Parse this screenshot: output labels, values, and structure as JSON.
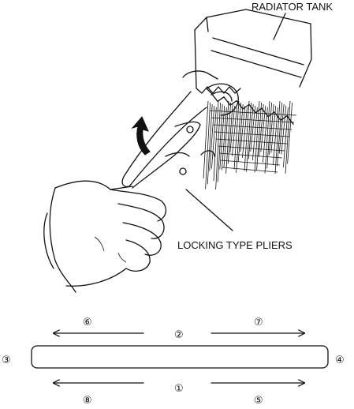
{
  "labels": {
    "radiator_tank": "RADIATOR TANK",
    "locking_pliers": "LOCKING TYPE PLIERS"
  },
  "sequence": {
    "top_left": "⑥",
    "top_center": "②",
    "top_right": "⑦",
    "left_end": "③",
    "right_end": "④",
    "bottom_left": "⑧",
    "bottom_center": "①",
    "bottom_right": "⑤"
  }
}
